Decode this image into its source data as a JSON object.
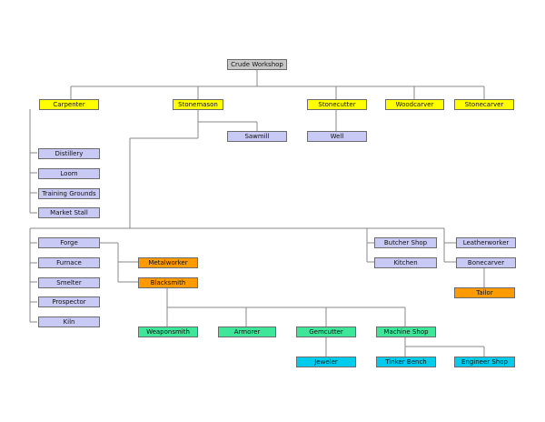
{
  "palette": {
    "root": "#c8c8c8",
    "tier1": "#ffff00",
    "building": "#c9c9f5",
    "orange": "#ff9a00",
    "green": "#3ee69a",
    "cyan": "#00ccee"
  },
  "nodes": {
    "crude_workshop": "Crude Workshop",
    "carpenter": "Carpenter",
    "stonemason": "Stonemason",
    "stonecutter": "Stonecutter",
    "woodcarver": "Woodcarver",
    "stonecarver": "Stonecarver",
    "sawmill": "Sawmill",
    "well": "Well",
    "distillery": "Distillery",
    "loom": "Loom",
    "training_grounds": "Training Grounds",
    "market_stall": "Market Stall",
    "forge": "Forge",
    "furnace": "Furnace",
    "smelter": "Smelter",
    "prospector": "Prospector",
    "kiln": "Kiln",
    "metalworker": "Metalworker",
    "blacksmith": "Blacksmith",
    "butcher_shop": "Butcher Shop",
    "kitchen": "Kitchen",
    "leatherworker": "Leatherworker",
    "bonecarver": "Bonecarver",
    "tailor": "Tailor",
    "weaponsmith": "Weaponsmith",
    "armorer": "Armorer",
    "gemcutter": "Gemcutter",
    "machine_shop": "Machine Shop",
    "jeweler": "Jeweler",
    "tinker_bench": "Tinker Bench",
    "engineer_shop": "Engineer Shop"
  }
}
